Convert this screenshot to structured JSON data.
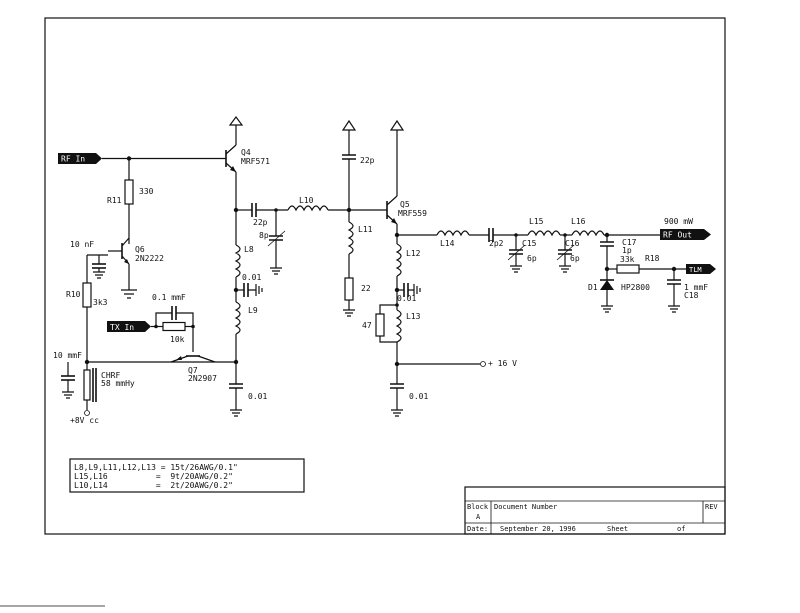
{
  "ports": {
    "rf_in": "RF In",
    "rf_out": "RF Out",
    "tx_in": "TX In",
    "tlm": "TLM"
  },
  "transistors": {
    "q4": {
      "ref": "Q4",
      "part": "MRF571"
    },
    "q5": {
      "ref": "Q5",
      "part": "MRF559"
    },
    "q6": {
      "ref": "Q6",
      "part": "2N2222"
    },
    "q7": {
      "ref": "Q7",
      "part": "2N2907"
    }
  },
  "components": {
    "r11": "R11",
    "r11_val": "330",
    "c_10nf": "10 nF",
    "r10": "R10",
    "r10_val": "3k3",
    "c_01mmf": "0.1 mmF",
    "r_10k": "10k",
    "c_10mmf": "10 mmF",
    "chrf": "CHRF",
    "chrf_val": "58 mmHy",
    "v_plus8": "+8V cc",
    "c_22p_a": "22p",
    "l10": "L10",
    "c_8p": "8p",
    "l8": "L8",
    "c_001_a": "0.01",
    "l9": "L9",
    "c_001_b": "0.01",
    "c_22p_b": "22p",
    "l11": "L11",
    "r_22": "22",
    "r_47": "47",
    "l12": "L12",
    "c_001_c": "0.01",
    "l13": "L13",
    "v_plus16": "+ 16 V",
    "c_001_d": "0.01",
    "l14": "L14",
    "c_2p2": "2p2",
    "c15": "C15",
    "c15_val": "6p",
    "l15": "L15",
    "c16": "C16",
    "c16_val": "6p",
    "l16": "L16",
    "out_power": "900 mW",
    "c17": "C17",
    "c17_val": "1p",
    "r_33k": "33k",
    "r18": "R18",
    "d1": "D1",
    "d1_part": "HP2800",
    "c18_val": "1 mmF",
    "c18": "C18"
  },
  "notes": {
    "line1": "L8,L9,L11,L12,L13 = 15t/26AWG/0.1\"",
    "line2": "L15,L16          =  9t/20AWG/0.2\"",
    "line3": "L10,L14          =  2t/20AWG/0.2\""
  },
  "title_block": {
    "block_label": "Block",
    "block_value": "A",
    "docnum_label": "Document Number",
    "rev_label": "REV",
    "date_label": "Date:",
    "date_value": "September 20, 1996",
    "sheet_label": "Sheet",
    "sheet_value": "of"
  }
}
